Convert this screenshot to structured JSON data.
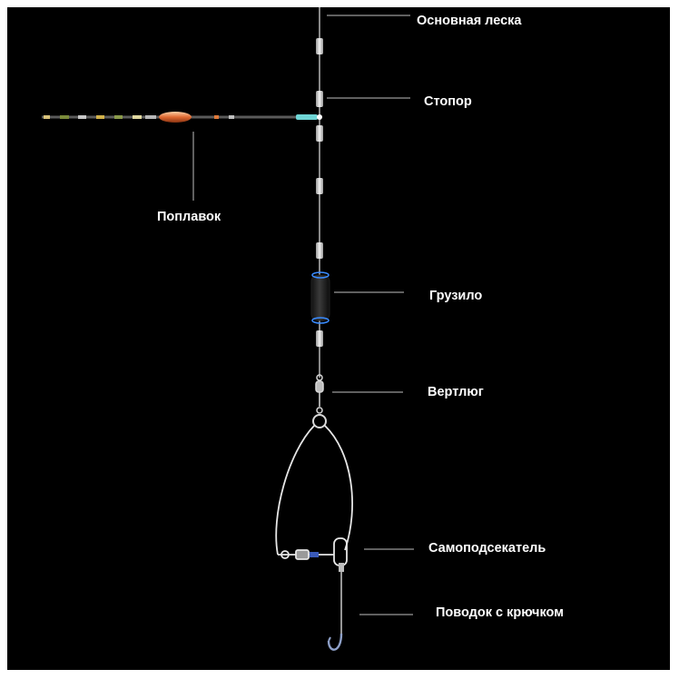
{
  "labels": {
    "main_line": "Основная леска",
    "stopper": "Стопор",
    "float": "Поплавок",
    "sinker": "Грузило",
    "swivel": "Вертлюг",
    "self_hooker": "Самоподсекатель",
    "leader": "Поводок с крючком"
  },
  "colors": {
    "background": "#000000",
    "text": "#ffffff",
    "callout_line": "#bfbfbf",
    "float_tip": "#e07a3a",
    "connector": "#6fd6d6",
    "sinker_glow": "#3a8cff"
  }
}
